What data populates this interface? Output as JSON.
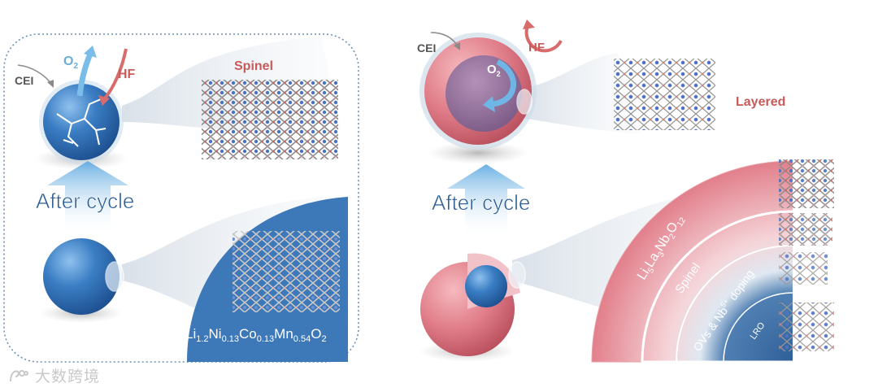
{
  "left_panel": {
    "cei_label": "CEI",
    "o2_label": "O",
    "o2_sub": "2",
    "hf_label": "HF",
    "structure_label": "Spinel",
    "after_cycle_label": "After cycle",
    "formula": [
      {
        "t": "Li",
        "s": "1.2"
      },
      {
        "t": "Ni",
        "s": "0.13"
      },
      {
        "t": "Co",
        "s": "0.13"
      },
      {
        "t": "Mn",
        "s": "0.54"
      },
      {
        "t": "O",
        "s": "2"
      }
    ]
  },
  "right_panel": {
    "cei_label": "CEI",
    "hf_label": "HF",
    "o2_label": "O",
    "o2_sub": "2",
    "structure_label": "Layered",
    "after_cycle_label": "After cycle",
    "layer_llno": [
      {
        "t": "Li",
        "s": "5"
      },
      {
        "t": "La",
        "s": "3"
      },
      {
        "t": "Nb",
        "s": "2"
      },
      {
        "t": "O",
        "s": "12"
      }
    ],
    "layer_spinel": "Spinel",
    "layer_doping_a": "OVs & Nb",
    "layer_doping_sup": "5+",
    "layer_doping_b": " doping",
    "layer_lro": "LRO"
  },
  "watermark": {
    "text": "大数跨境"
  },
  "colors": {
    "particle_blue": "#2f6db3",
    "coating_red": "#d9707c",
    "label_red": "#c95a5a",
    "arrow_blue": "#6fb6e6"
  }
}
